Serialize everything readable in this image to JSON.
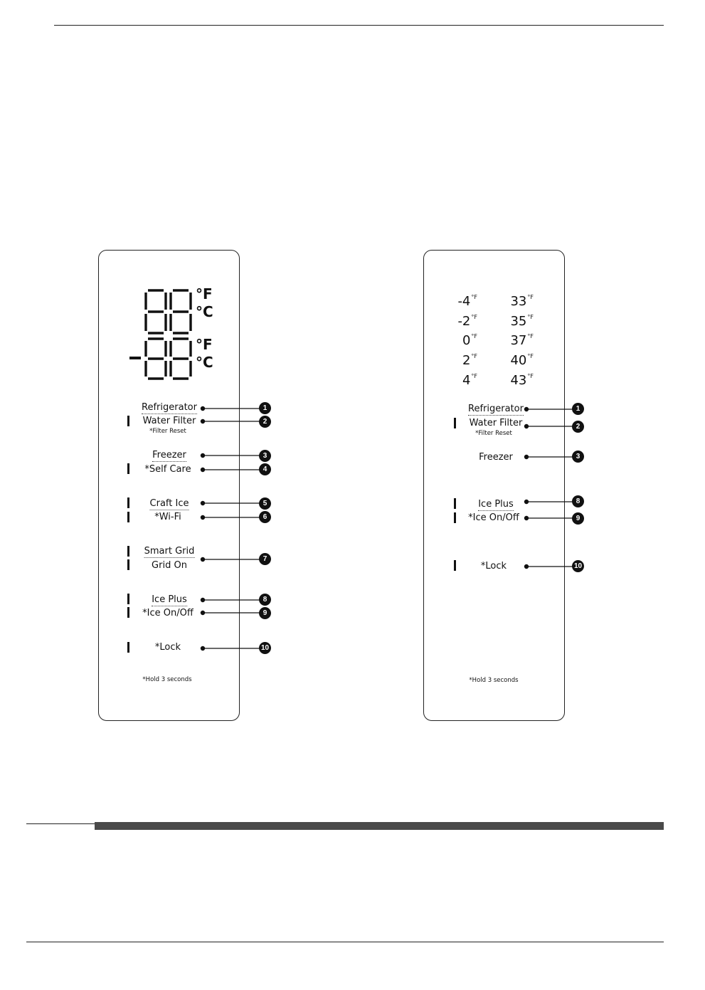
{
  "display_units": {
    "fahrenheit": "°F",
    "celsius": "°C",
    "minus_sign": "-"
  },
  "temp_unit_small": "°F",
  "panel_a": {
    "labels": {
      "refrigerator": "Refrigerator",
      "water_filter": "Water Filter",
      "filter_reset": "*Filter Reset",
      "freezer": "Freezer",
      "self_care": "*Self Care",
      "craft_ice": "Craft Ice",
      "wifi": "*Wi-Fi",
      "smart_grid": "Smart Grid",
      "grid_on": "Grid On",
      "ice_plus": "Ice Plus",
      "ice_on_off": "*Ice On/Off",
      "lock": "*Lock",
      "hold_note": "*Hold 3 seconds"
    },
    "callouts": [
      "1",
      "2",
      "3",
      "4",
      "5",
      "6",
      "7",
      "8",
      "9",
      "10"
    ]
  },
  "panel_b": {
    "freezer_temps": [
      "-4",
      "-2",
      "0",
      "2",
      "4"
    ],
    "fridge_temps": [
      "33",
      "35",
      "37",
      "40",
      "43"
    ],
    "labels": {
      "refrigerator": "Refrigerator",
      "water_filter": "Water Filter",
      "filter_reset": "*Filter Reset",
      "freezer": "Freezer",
      "ice_plus": "Ice Plus",
      "ice_on_off": "*Ice On/Off",
      "lock": "*Lock",
      "hold_note": "*Hold 3 seconds"
    },
    "callouts": [
      "1",
      "2",
      "3",
      "8",
      "9",
      "10"
    ]
  }
}
